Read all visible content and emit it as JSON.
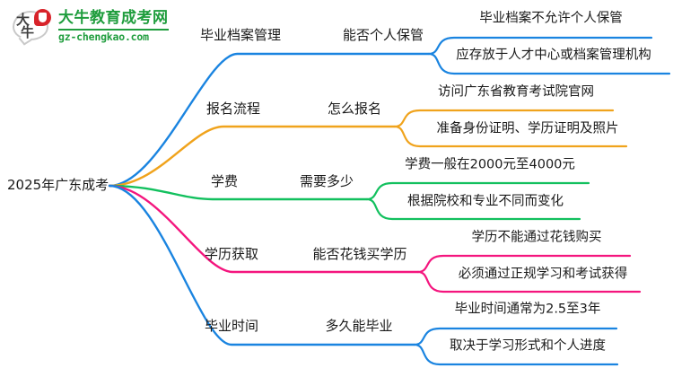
{
  "logo": {
    "mark_text_1": "大",
    "mark_text_2": "牛",
    "title": "大牛教育成考网",
    "url": "gz-chengkao.com",
    "brand_color": "#1f9d3d",
    "mark_color": "#d8232a"
  },
  "mindmap": {
    "root": {
      "label": "2025年广东成考"
    },
    "branches": [
      {
        "color": "#1a84e0",
        "level1": "毕业档案管理",
        "level2": "能否个人保管",
        "leaves": [
          "毕业档案不允许个人保管",
          "应存放于人才中心或档案管理机构"
        ]
      },
      {
        "color": "#f0a31c",
        "level1": "报名流程",
        "level2": "怎么报名",
        "leaves": [
          "访问广东省教育考试院官网",
          "准备身份证明、学历证明及照片"
        ]
      },
      {
        "color": "#12c05e",
        "level1": "学费",
        "level2": "需要多少",
        "leaves": [
          "学费一般在2000元至4000元",
          "根据院校和专业不同而变化"
        ]
      },
      {
        "color": "#f4157e",
        "level1": "学历获取",
        "level2": "能否花钱买学历",
        "leaves": [
          "学历不能通过花钱购买",
          "必须通过正规学习和考试获得"
        ]
      },
      {
        "color": "#1a84e0",
        "level1": "毕业时间",
        "level2": "多久能毕业",
        "leaves": [
          "毕业时间通常为2.5至3年",
          "取决于学习形式和个人进度"
        ]
      }
    ]
  }
}
